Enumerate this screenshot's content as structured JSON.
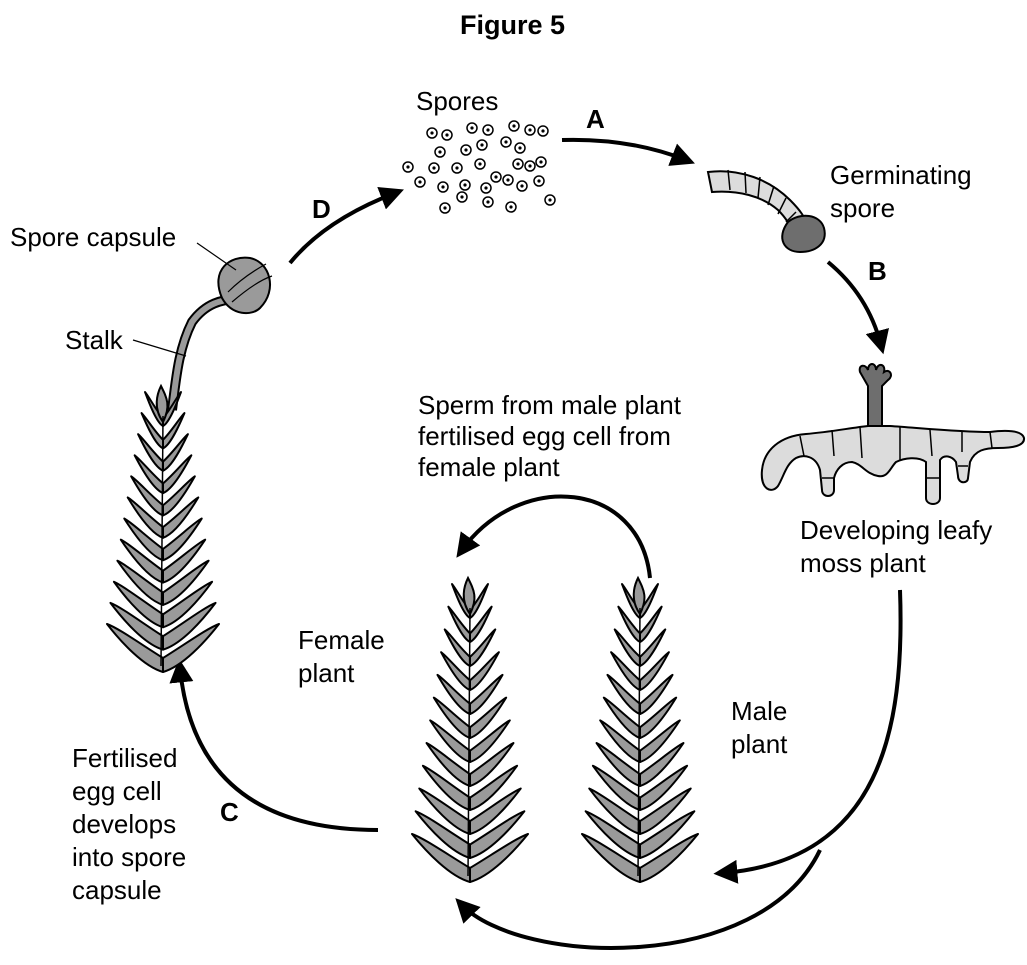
{
  "figure": {
    "title": "Figure 5"
  },
  "stages": {
    "spores": "Spores",
    "germinating_spore": [
      "Germinating",
      "spore"
    ],
    "developing_plant": [
      "Developing leafy",
      "moss plant"
    ],
    "female_plant": [
      "Female",
      "plant"
    ],
    "male_plant": [
      "Male",
      "plant"
    ],
    "spore_capsule": "Spore capsule",
    "stalk": "Stalk"
  },
  "notes": {
    "fertilisation": [
      "Sperm from male plant",
      "fertilised egg cell from",
      "female plant"
    ],
    "capsule_development": [
      "Fertilised",
      "egg cell",
      "develops",
      "into spore",
      "capsule"
    ]
  },
  "steps": {
    "a": "A",
    "b": "B",
    "c": "C",
    "d": "D"
  },
  "colors": {
    "plant_fill": "#9a9a9a",
    "plant_dark": "#6e6e6e",
    "outline": "#000000",
    "light_fill": "#dcdcdc",
    "arrow": "#000000"
  }
}
